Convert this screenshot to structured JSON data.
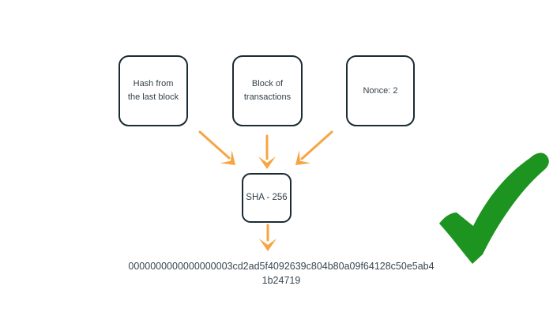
{
  "colors": {
    "arrow": "#F7A443",
    "check": "#1D9420",
    "box-border": "#1B2B33",
    "text": "#333F47"
  },
  "diagram": {
    "input_boxes": [
      {
        "name": "hash-from-last-block",
        "lines": [
          "Hash from",
          "the last block"
        ]
      },
      {
        "name": "block-of-transactions",
        "lines": [
          "Block of",
          "transactions"
        ]
      },
      {
        "name": "nonce",
        "lines": [
          "Nonce: 2"
        ]
      }
    ],
    "hash_function_box": {
      "label": "SHA - 256"
    },
    "output_hash": {
      "line1": "0000000000000000003cd2ad5f4092639c804b80a09f64128c50e5ab4",
      "line2": "1b24719"
    },
    "status_icon": "green-checkmark"
  }
}
